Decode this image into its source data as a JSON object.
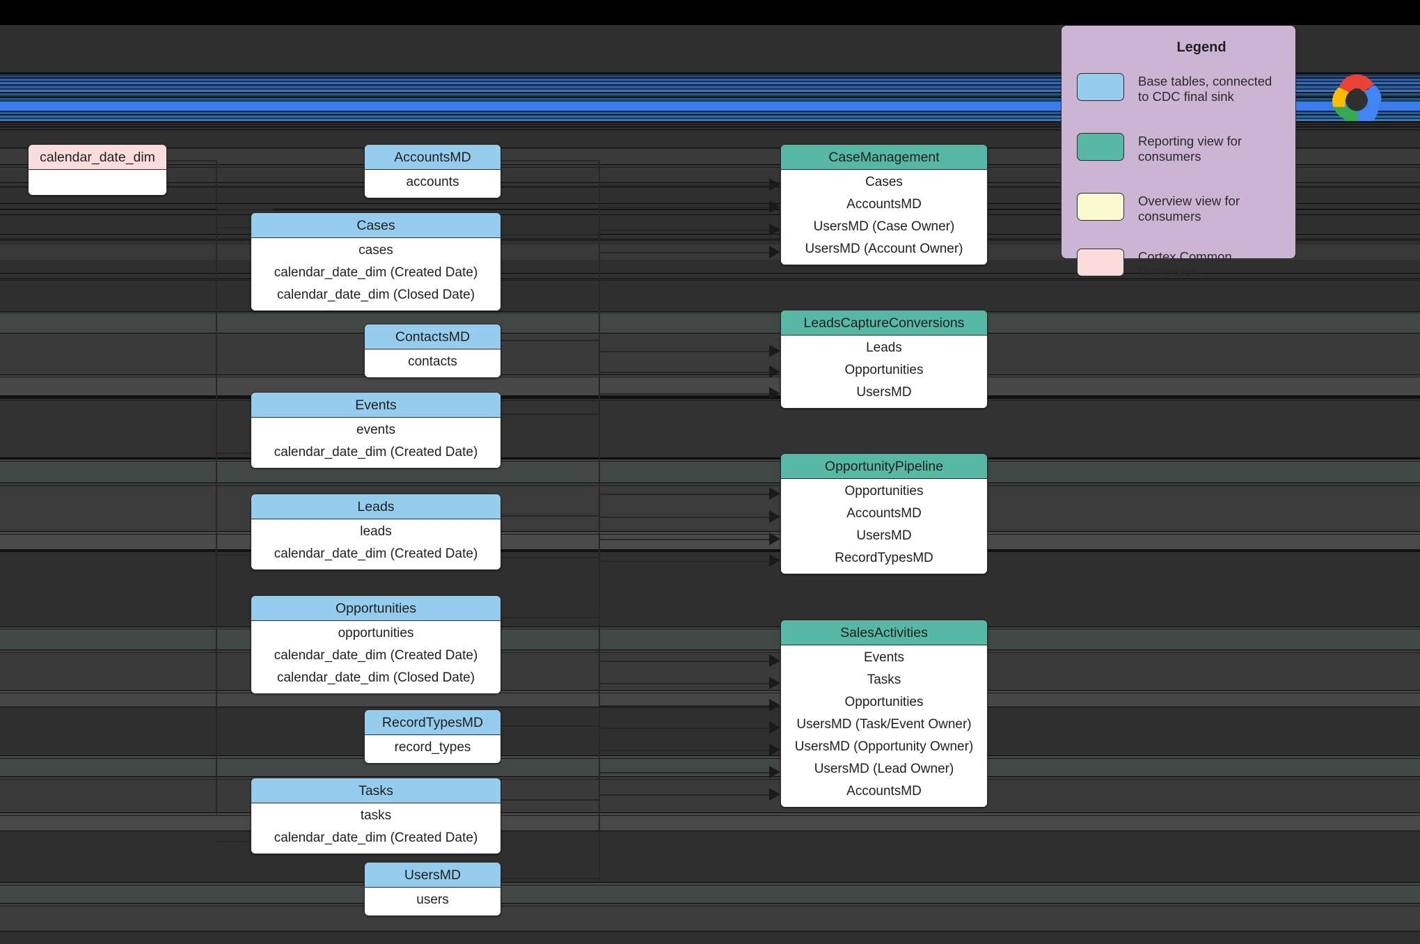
{
  "meta": {
    "background_color": "#2f2f2f",
    "colors": {
      "base_table": "#96cdee",
      "reporting_view": "#57b8a6",
      "overview_view": "#fafad0",
      "cortex_dimension": "#fbdcdc",
      "legend_bg": "#ccb5d4",
      "border": "#2b2b2b",
      "accent_blue_stripe": "#3b7df0"
    }
  },
  "legend": {
    "title": "Legend",
    "items": [
      {
        "swatch_color": "#96cdee",
        "label": "Base tables, connected to CDC final sink"
      },
      {
        "swatch_color": "#57b8a6",
        "label": "Reporting view for consumers"
      },
      {
        "swatch_color": "#fafad0",
        "label": "Overview view for consumers"
      },
      {
        "swatch_color": "#fbdcdc",
        "label": "Cortex Common Dimension"
      }
    ]
  },
  "logo": {
    "name": "google-cloud-logo"
  },
  "dimension_tables": [
    {
      "id": "calendar_date_dim",
      "title": "calendar_date_dim",
      "kind": "cortex_dimension",
      "rows": [
        ""
      ]
    }
  ],
  "base_tables": [
    {
      "id": "AccountsMD",
      "title": "AccountsMD",
      "kind": "base_table",
      "rows": [
        "accounts"
      ]
    },
    {
      "id": "Cases",
      "title": "Cases",
      "kind": "base_table",
      "rows": [
        "cases",
        "calendar_date_dim (Created Date)",
        "calendar_date_dim (Closed Date)"
      ]
    },
    {
      "id": "ContactsMD",
      "title": "ContactsMD",
      "kind": "base_table",
      "rows": [
        "contacts"
      ]
    },
    {
      "id": "Events",
      "title": "Events",
      "kind": "base_table",
      "rows": [
        "events",
        "calendar_date_dim (Created Date)"
      ]
    },
    {
      "id": "Leads",
      "title": "Leads",
      "kind": "base_table",
      "rows": [
        "leads",
        "calendar_date_dim (Created Date)"
      ]
    },
    {
      "id": "Opportunities",
      "title": "Opportunities",
      "kind": "base_table",
      "rows": [
        "opportunities",
        "calendar_date_dim (Created Date)",
        "calendar_date_dim (Closed Date)"
      ]
    },
    {
      "id": "RecordTypesMD",
      "title": "RecordTypesMD",
      "kind": "base_table",
      "rows": [
        "record_types"
      ]
    },
    {
      "id": "Tasks",
      "title": "Tasks",
      "kind": "base_table",
      "rows": [
        "tasks",
        "calendar_date_dim (Created Date)"
      ]
    },
    {
      "id": "UsersMD",
      "title": "UsersMD",
      "kind": "base_table",
      "rows": [
        "users"
      ]
    }
  ],
  "reporting_views": [
    {
      "id": "CaseManagement",
      "title": "CaseManagement",
      "kind": "reporting_view",
      "rows": [
        "Cases",
        "AccountsMD",
        "UsersMD (Case Owner)",
        "UsersMD (Account Owner)"
      ]
    },
    {
      "id": "LeadsCaptureConversions",
      "title": "LeadsCaptureConversions",
      "kind": "reporting_view",
      "rows": [
        "Leads",
        "Opportunities",
        "UsersMD"
      ]
    },
    {
      "id": "OpportunityPipeline",
      "title": "OpportunityPipeline",
      "kind": "reporting_view",
      "rows": [
        "Opportunities",
        "AccountsMD",
        "UsersMD",
        "RecordTypesMD"
      ]
    },
    {
      "id": "SalesActivities",
      "title": "SalesActivities",
      "kind": "reporting_view",
      "rows": [
        "Events",
        "Tasks",
        "Opportunities",
        "UsersMD (Task/Event Owner)",
        "UsersMD (Opportunity Owner)",
        "UsersMD (Lead Owner)",
        "AccountsMD"
      ]
    }
  ]
}
